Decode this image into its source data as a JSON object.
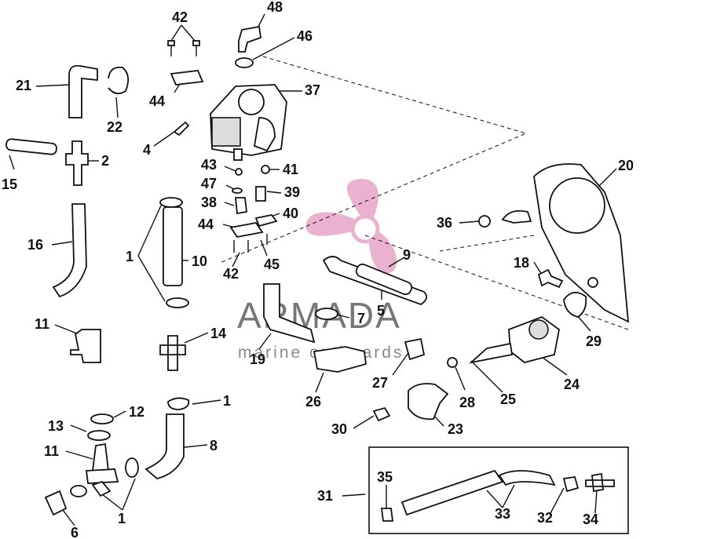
{
  "watermark": {
    "brand": "ARMADA",
    "tagline": "marine outboards",
    "logo_color": "#e8a5c8"
  },
  "callouts": [
    {
      "id": "c42a",
      "text": "42"
    },
    {
      "id": "c48",
      "text": "48"
    },
    {
      "id": "c46",
      "text": "46"
    },
    {
      "id": "c21",
      "text": "21"
    },
    {
      "id": "c44a",
      "text": "44"
    },
    {
      "id": "c37",
      "text": "37"
    },
    {
      "id": "c22",
      "text": "22"
    },
    {
      "id": "c4",
      "text": "4"
    },
    {
      "id": "c2",
      "text": "2"
    },
    {
      "id": "c15",
      "text": "15"
    },
    {
      "id": "c43",
      "text": "43"
    },
    {
      "id": "c41",
      "text": "41"
    },
    {
      "id": "c20",
      "text": "20"
    },
    {
      "id": "c47",
      "text": "47"
    },
    {
      "id": "c39",
      "text": "39"
    },
    {
      "id": "c38",
      "text": "38"
    },
    {
      "id": "c40",
      "text": "40"
    },
    {
      "id": "c36",
      "text": "36"
    },
    {
      "id": "c16",
      "text": "16"
    },
    {
      "id": "c44b",
      "text": "44"
    },
    {
      "id": "c45",
      "text": "45"
    },
    {
      "id": "c1a",
      "text": "1"
    },
    {
      "id": "c10",
      "text": "10"
    },
    {
      "id": "c9",
      "text": "9"
    },
    {
      "id": "c18",
      "text": "18"
    },
    {
      "id": "c42b",
      "text": "42"
    },
    {
      "id": "c5",
      "text": "5"
    },
    {
      "id": "c11a",
      "text": "11"
    },
    {
      "id": "c7",
      "text": "7"
    },
    {
      "id": "c29",
      "text": "29"
    },
    {
      "id": "c14",
      "text": "14"
    },
    {
      "id": "c19",
      "text": "19"
    },
    {
      "id": "c27",
      "text": "27"
    },
    {
      "id": "c24",
      "text": "24"
    },
    {
      "id": "c26",
      "text": "26"
    },
    {
      "id": "c28",
      "text": "28"
    },
    {
      "id": "c25",
      "text": "25"
    },
    {
      "id": "c1b",
      "text": "1"
    },
    {
      "id": "c12",
      "text": "12"
    },
    {
      "id": "c13",
      "text": "13"
    },
    {
      "id": "c30",
      "text": "30"
    },
    {
      "id": "c23",
      "text": "23"
    },
    {
      "id": "c8",
      "text": "8"
    },
    {
      "id": "c11b",
      "text": "11"
    },
    {
      "id": "c35",
      "text": "35"
    },
    {
      "id": "c31",
      "text": "31"
    },
    {
      "id": "c33",
      "text": "33"
    },
    {
      "id": "c32",
      "text": "32"
    },
    {
      "id": "c34",
      "text": "34"
    },
    {
      "id": "c1c",
      "text": "1"
    },
    {
      "id": "c6",
      "text": "6"
    }
  ]
}
